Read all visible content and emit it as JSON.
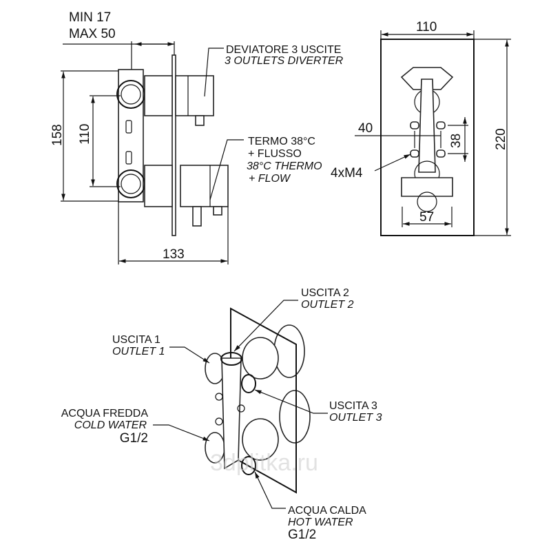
{
  "side_view": {
    "min_label": "MIN 17",
    "max_label": "MAX 50",
    "dim_height": "158",
    "dim_spacing": "110",
    "dim_depth": "133",
    "diverter_label_it": "DEVIATORE  3 USCITE",
    "diverter_label_en": "3 OUTLETS DIVERTER",
    "thermo_label_it_1": "TERMO 38°C",
    "thermo_label_it_2": "+ FLUSSO",
    "thermo_label_en_1": "38°C THERMO",
    "thermo_label_en_2": "+ FLOW"
  },
  "front_view": {
    "dim_width": "110",
    "dim_height": "220",
    "dim_40": "40",
    "dim_38": "38",
    "dim_57": "57",
    "screws": "4xM4"
  },
  "iso_view": {
    "outlet2_it": "USCITA 2",
    "outlet2_en": "OUTLET 2",
    "outlet1_it": "USCITA 1",
    "outlet1_en": "OUTLET 1",
    "outlet3_it": "USCITA 3",
    "outlet3_en": "OUTLET 3",
    "cold_it": "ACQUA FREDDA",
    "cold_en": "COLD WATER",
    "cold_thread": "G1/2",
    "hot_it": "ACQUA CALDA",
    "hot_en": "HOT WATER",
    "hot_thread": "G1/2",
    "watermark": "3dplitka.ru"
  }
}
